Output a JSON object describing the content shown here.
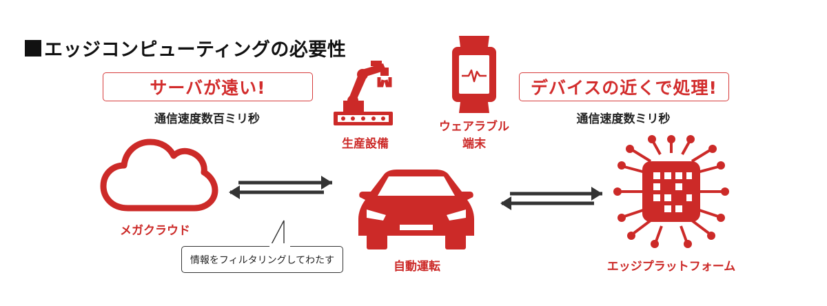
{
  "title": "エッジコンピューティングの必要性",
  "left": {
    "callout": "サーバが遠い!",
    "subtitle": "通信速度数百ミリ秒",
    "node_label": "メガクラウド"
  },
  "right": {
    "callout": "デバイスの近くで処理!",
    "subtitle": "通信速度数ミリ秒",
    "node_label": "エッジプラットフォーム"
  },
  "center": {
    "factory_label": "生産設備",
    "wearable_label_line1": "ウェアラブル",
    "wearable_label_line2": "端末",
    "car_label": "自動運転"
  },
  "speech_bubble": "情報をフィルタリングしてわたす",
  "colors": {
    "accent": "#cc2a28",
    "text": "#222222",
    "arrow": "#333333"
  },
  "icons": [
    "cloud-icon",
    "robot-arm-icon",
    "smartwatch-icon",
    "car-icon",
    "chip-icon",
    "double-arrow-icon"
  ]
}
